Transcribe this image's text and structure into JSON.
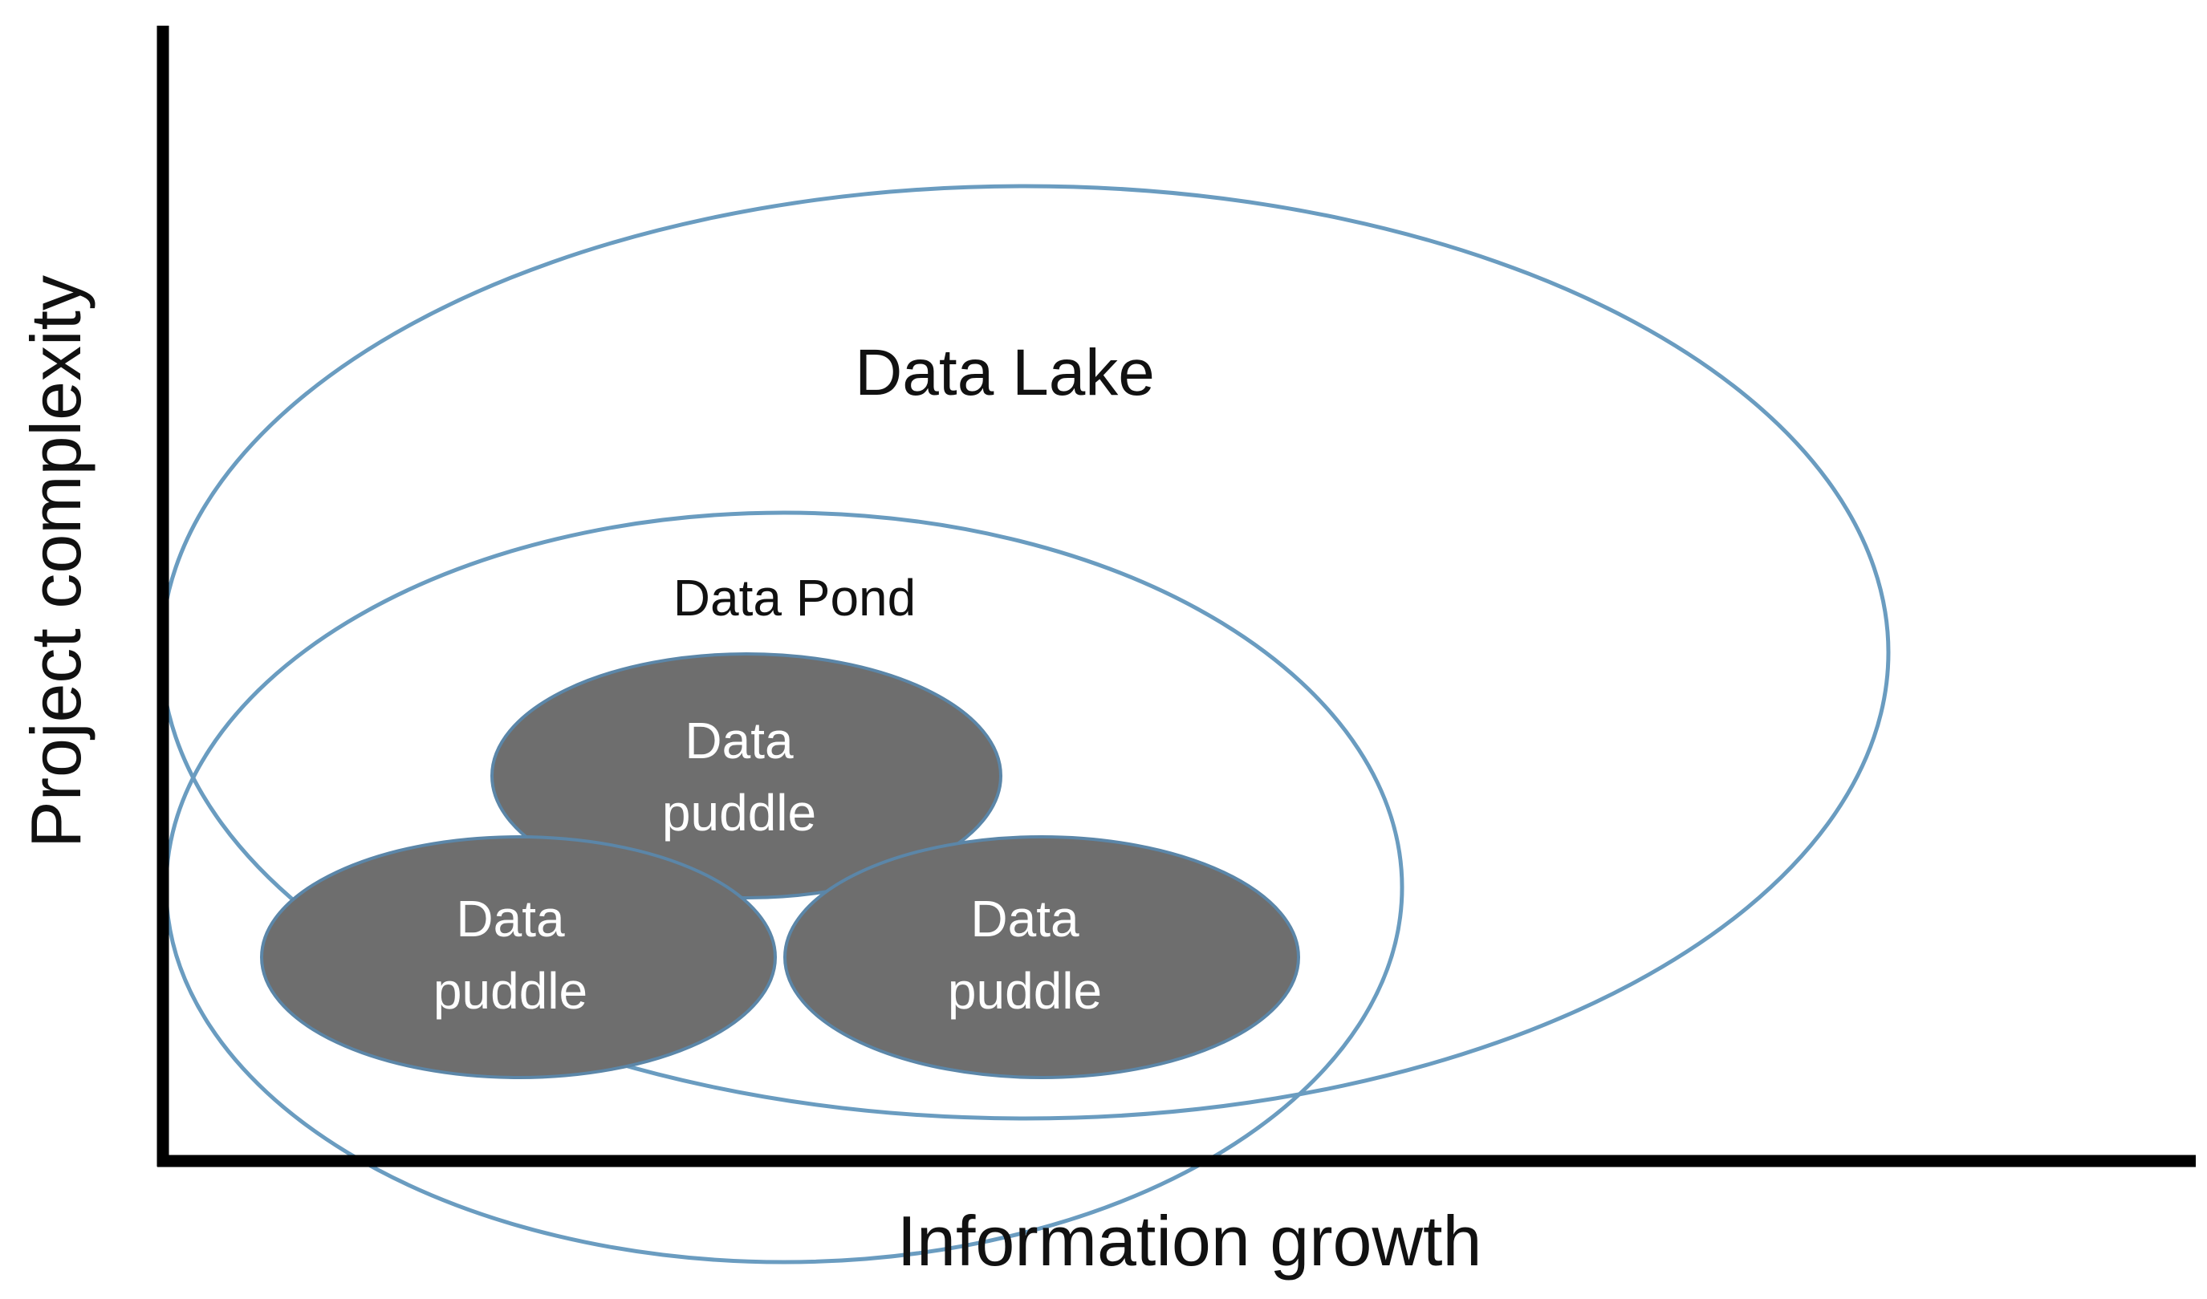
{
  "axes": {
    "y_label": "Project complexity",
    "x_label": "Information growth"
  },
  "regions": {
    "lake": {
      "label": "Data Lake"
    },
    "pond": {
      "label": "Data Pond"
    },
    "puddles": [
      {
        "line1": "Data",
        "line2": "puddle"
      },
      {
        "line1": "Data",
        "line2": "puddle"
      },
      {
        "line1": "Data",
        "line2": "puddle"
      }
    ]
  },
  "colors": {
    "axis": "#000000",
    "outline": "#6a9cc0",
    "puddle_fill": "#6e6e6e",
    "puddle_text": "#ffffff",
    "label_text": "#111111"
  }
}
